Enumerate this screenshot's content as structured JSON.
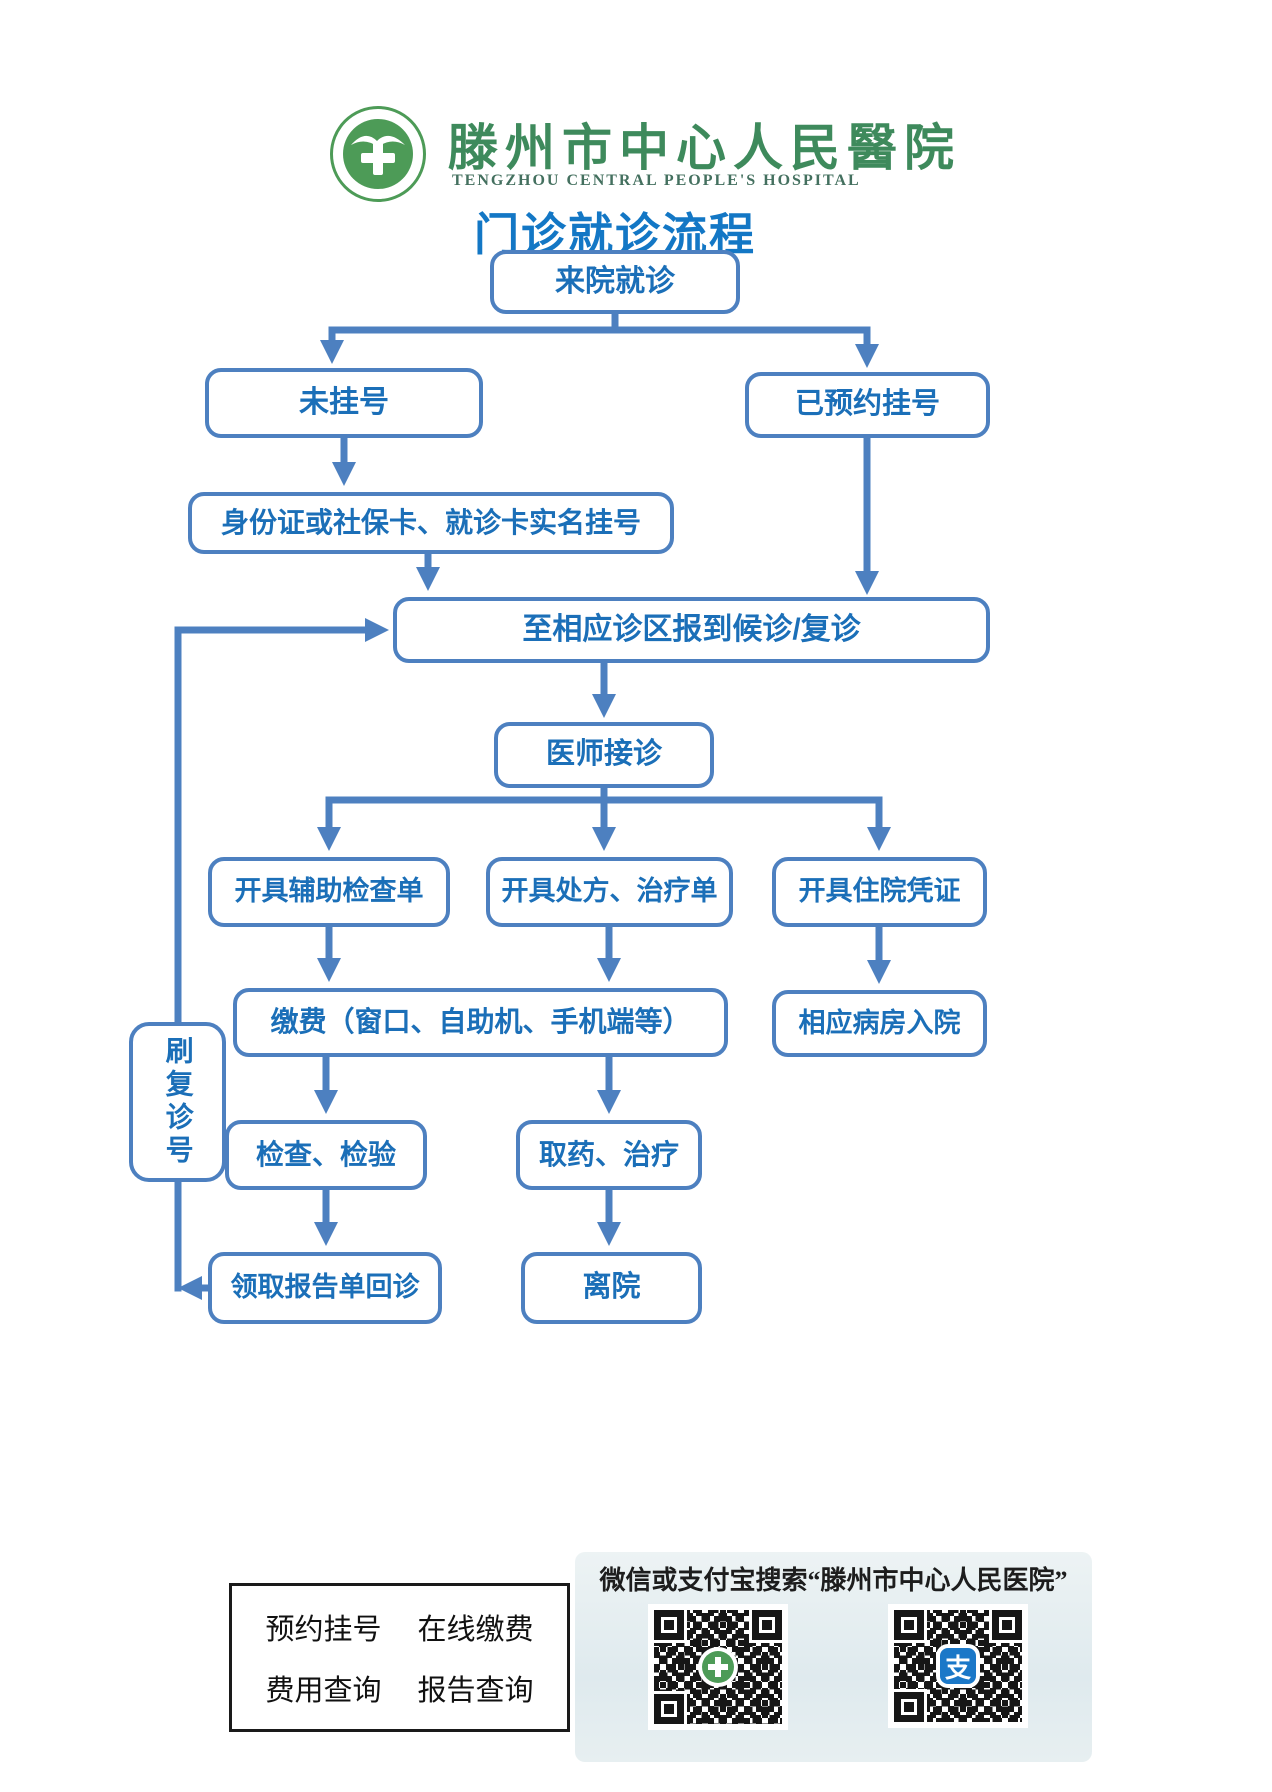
{
  "header": {
    "hospital_name_zh": "滕州市中心人民醫院",
    "hospital_name_en": "TENGZHOU CENTRAL PEOPLE'S HOSPITAL"
  },
  "page_title": "门诊就诊流程",
  "flow": {
    "nodes": {
      "arrive": "来院就诊",
      "unregistered": "未挂号",
      "reserved": "已预约挂号",
      "realname": "身份证或社保卡、就诊卡实名挂号",
      "checkin": "至相应诊区报到候诊/复诊",
      "doctor": "医师接诊",
      "aux": "开具辅助检查单",
      "rx": "开具处方、治疗单",
      "cert": "开具住院凭证",
      "pay": "缴费（窗口、自助机、手机端等）",
      "ward": "相应病房入院",
      "exam": "检查、检验",
      "meds": "取药、治疗",
      "report": "领取报告单回诊",
      "leave": "离院",
      "swipe": "刷复诊号"
    }
  },
  "footer": {
    "services": [
      [
        "预约挂号",
        "在线缴费"
      ],
      [
        "费用查询",
        "报告查询"
      ]
    ],
    "qr_caption": "微信或支付宝搜索“滕州市中心人民医院”",
    "qr_codes": [
      {
        "name": "wechat-qr",
        "center_icon": "hospital-cross-green-icon"
      },
      {
        "name": "alipay-qr",
        "center_icon": "alipay-icon",
        "glyph": "支"
      }
    ]
  },
  "colors": {
    "box_border": "#4d80c0",
    "box_text": "#1b6fb8",
    "arrow": "#4d80c0",
    "title_blue": "#1377c5",
    "logo_green": "#4d9b57",
    "name_green": "#3e8a5c",
    "alipay_blue": "#1b78c8",
    "qr_panel_bg": "#e3edf0",
    "footer_text": "#111111"
  }
}
